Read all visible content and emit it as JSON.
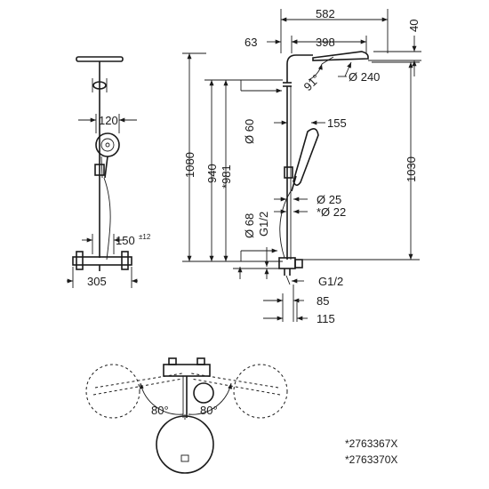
{
  "dimensions": {
    "d582": "582",
    "d40": "40",
    "d63": "63",
    "d398": "398",
    "d91": "91°",
    "d240": "Ø 240",
    "d1080": "1080",
    "d940": "940",
    "d981": "*981",
    "d60": "Ø 60",
    "d155": "155",
    "d1030": "1030",
    "d120": "120",
    "d25": "Ø 25",
    "d22": "*Ø 22",
    "d68": "Ø 68",
    "g12a": "G1/2",
    "d150": "150",
    "d150tol": "±12",
    "d305": "305",
    "g12b": "G1/2",
    "d85": "85",
    "d115": "115",
    "angle_left": "80°",
    "angle_right": "80°"
  },
  "article_codes": [
    "*2763367X",
    "*2763370X"
  ]
}
